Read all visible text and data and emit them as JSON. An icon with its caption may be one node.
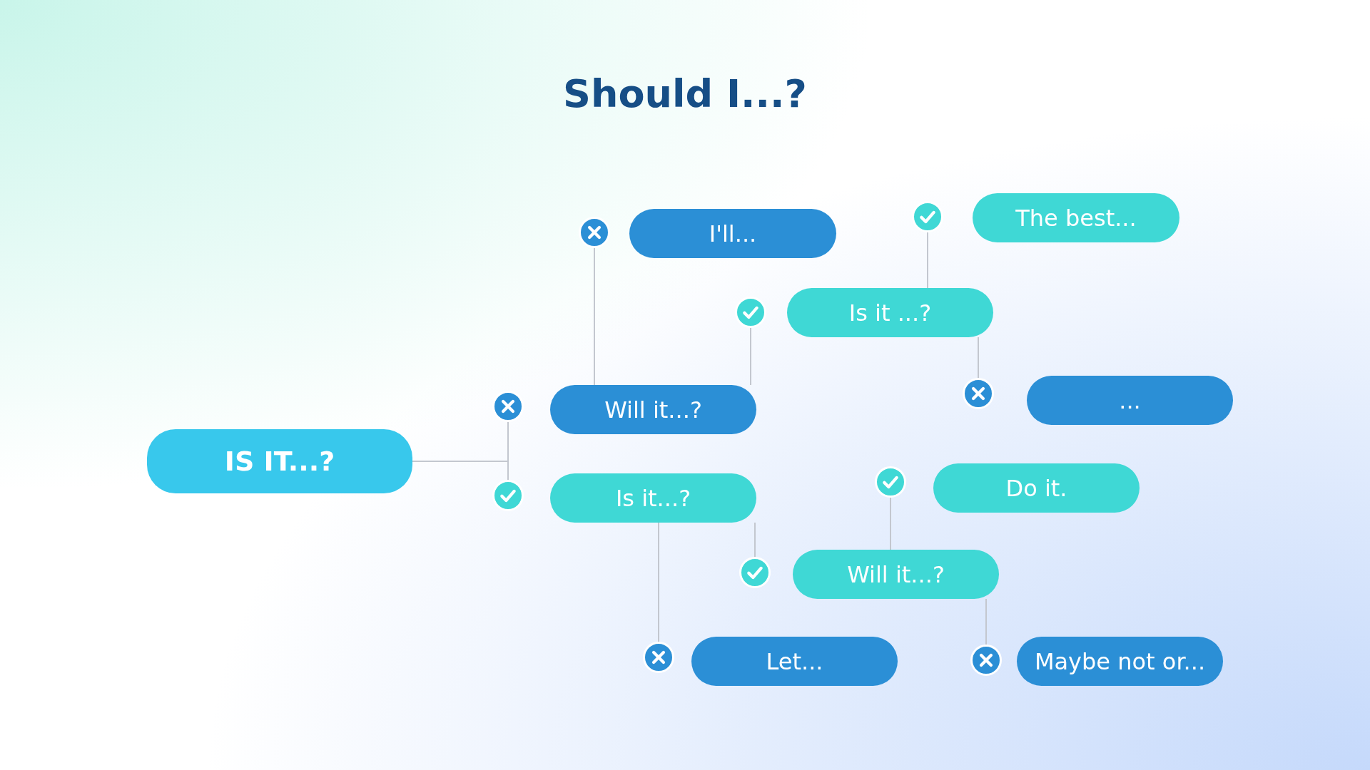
{
  "diagram": {
    "title": "Should I...?",
    "nodes": [
      {
        "text": [
          "IS IT...?"
        ]
      },
      {
        "text": [],
        "shape": "cross"
      },
      {
        "text": [
          "Will it...?"
        ]
      },
      {
        "text": [],
        "shape": "check"
      },
      {
        "text": [
          "Is it...?"
        ]
      },
      {
        "text": [],
        "shape": "cross"
      },
      {
        "text": [
          "I'll..."
        ]
      },
      {
        "text": [],
        "shape": "check"
      },
      {
        "text": [
          "Is it ...?"
        ]
      },
      {
        "text": [],
        "shape": "check"
      },
      {
        "text": [
          "The best..."
        ]
      },
      {
        "text": [],
        "shape": "cross"
      },
      {
        "text": [
          "..."
        ]
      },
      {
        "text": [],
        "shape": "check"
      },
      {
        "text": [
          "Do it."
        ]
      },
      {
        "text": [],
        "shape": "check"
      },
      {
        "text": [
          "Will it...?"
        ]
      },
      {
        "text": [],
        "shape": "cross"
      },
      {
        "text": [
          "Let..."
        ]
      },
      {
        "text": [],
        "shape": "cross"
      },
      {
        "text": [
          "Maybe not or..."
        ]
      }
    ],
    "edges": [
      {
        "from": 0,
        "to": 1,
        "arrow": "none"
      },
      {
        "from": 0,
        "to": 3,
        "arrow": "none"
      },
      {
        "from": 2,
        "to": 5,
        "arrow": "none"
      },
      {
        "from": 2,
        "to": 7,
        "arrow": "none"
      },
      {
        "from": 8,
        "to": 9,
        "arrow": "none"
      },
      {
        "from": 8,
        "to": 11,
        "arrow": "none"
      },
      {
        "from": 4,
        "to": 17,
        "arrow": "none"
      },
      {
        "from": 4,
        "to": 15,
        "arrow": "none"
      },
      {
        "from": 16,
        "to": 13,
        "arrow": "none"
      },
      {
        "from": 16,
        "to": 19,
        "arrow": "none"
      }
    ]
  }
}
